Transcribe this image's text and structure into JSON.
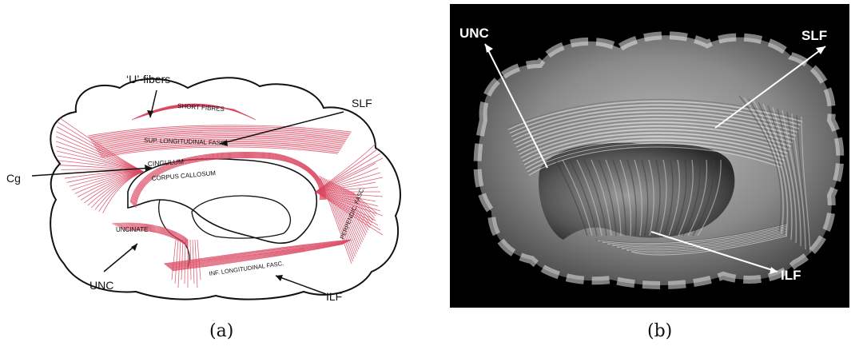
{
  "panel_a": {
    "caption": "(a)",
    "labels": {
      "u_fibers": "‘U’-fibers",
      "slf": "SLF",
      "cg": "Cg",
      "unc": "UNC",
      "ilf": "ILF"
    },
    "tract_names": {
      "short_fibres": "SHORT FIBRES",
      "sup_long": "SUP. LONGITUDINAL FASC.",
      "cingulum": "CINGULUM",
      "corpus": "CORPUS CALLOSUM",
      "uncinate": "UNCINATE",
      "inf_long": "INF. LONGITUDINAL FASC.",
      "perpendic": "PERPENDIC. FASC."
    },
    "colors": {
      "fiber": "#d9455f",
      "outline": "#111111"
    }
  },
  "panel_b": {
    "caption": "(b)",
    "labels": {
      "unc": "UNC",
      "slf": "SLF",
      "ilf": "ILF"
    },
    "colors": {
      "background": "#000000",
      "label": "#ffffff"
    }
  }
}
